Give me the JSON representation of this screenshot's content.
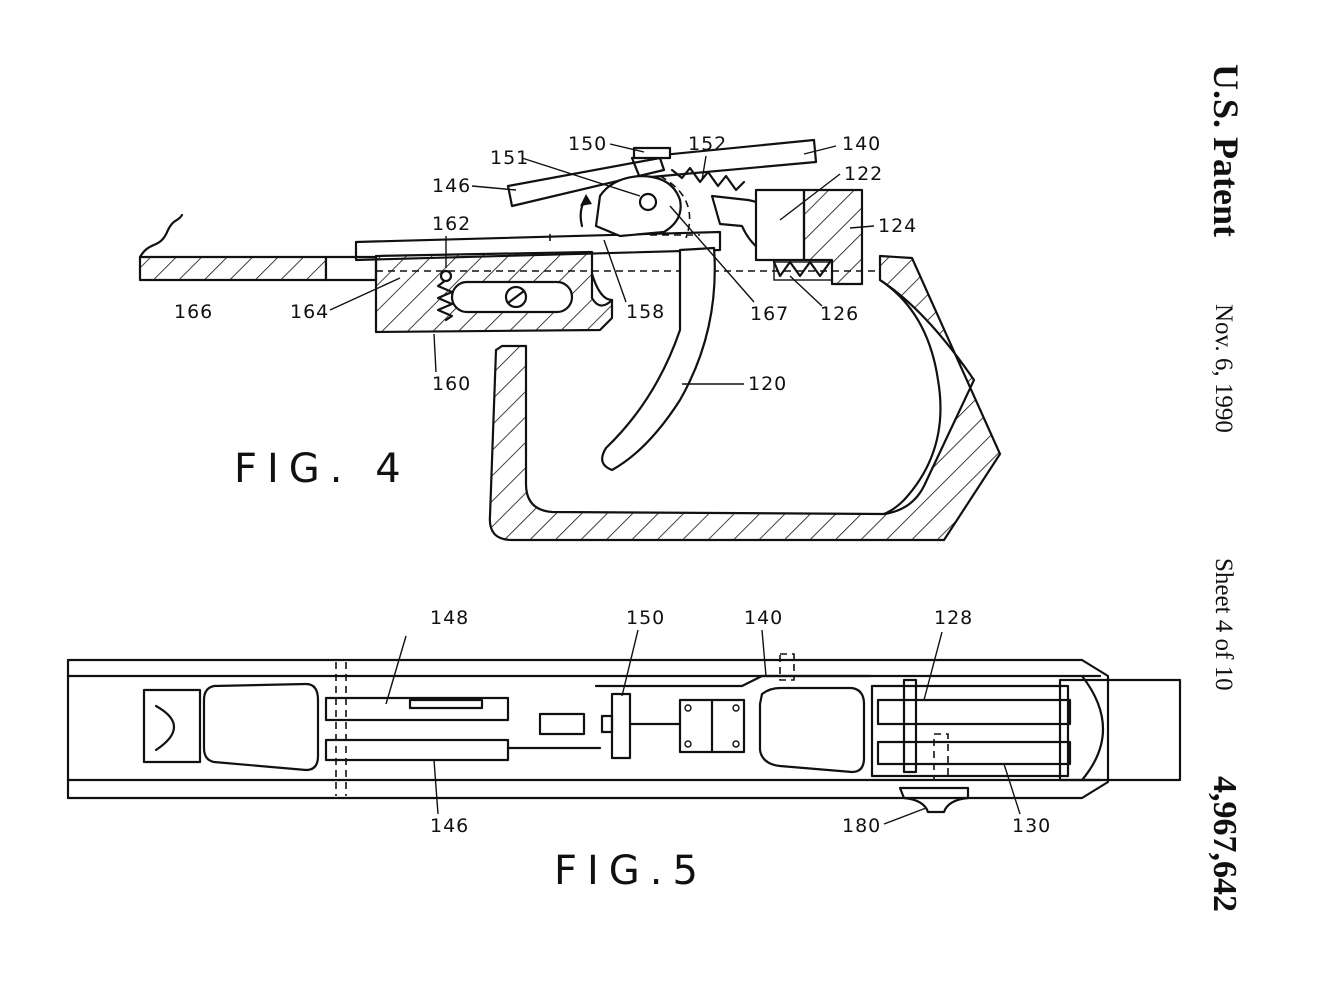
{
  "sidebar": {
    "title": "U.S. Patent",
    "date": "Nov. 6, 1990",
    "sheet": "Sheet 4 of 10",
    "patent_number": "4,967,642"
  },
  "figures": {
    "fig4": {
      "caption": "FIG. 4",
      "labels": {
        "l150": "150",
        "l152": "152",
        "l140": "140",
        "l151": "151",
        "l122": "122",
        "l146": "146",
        "l162": "162",
        "l124": "124",
        "l166": "166",
        "l164": "164",
        "l158": "158",
        "l167": "167",
        "l126": "126",
        "l160": "160",
        "l120": "120"
      }
    },
    "fig5": {
      "caption": "FIG.5",
      "labels": {
        "l148": "148",
        "l150": "150",
        "l140": "140",
        "l128": "128",
        "l146": "146",
        "l180": "180",
        "l130": "130"
      }
    }
  },
  "colors": {
    "ink": "#111111",
    "paper": "#ffffff"
  }
}
